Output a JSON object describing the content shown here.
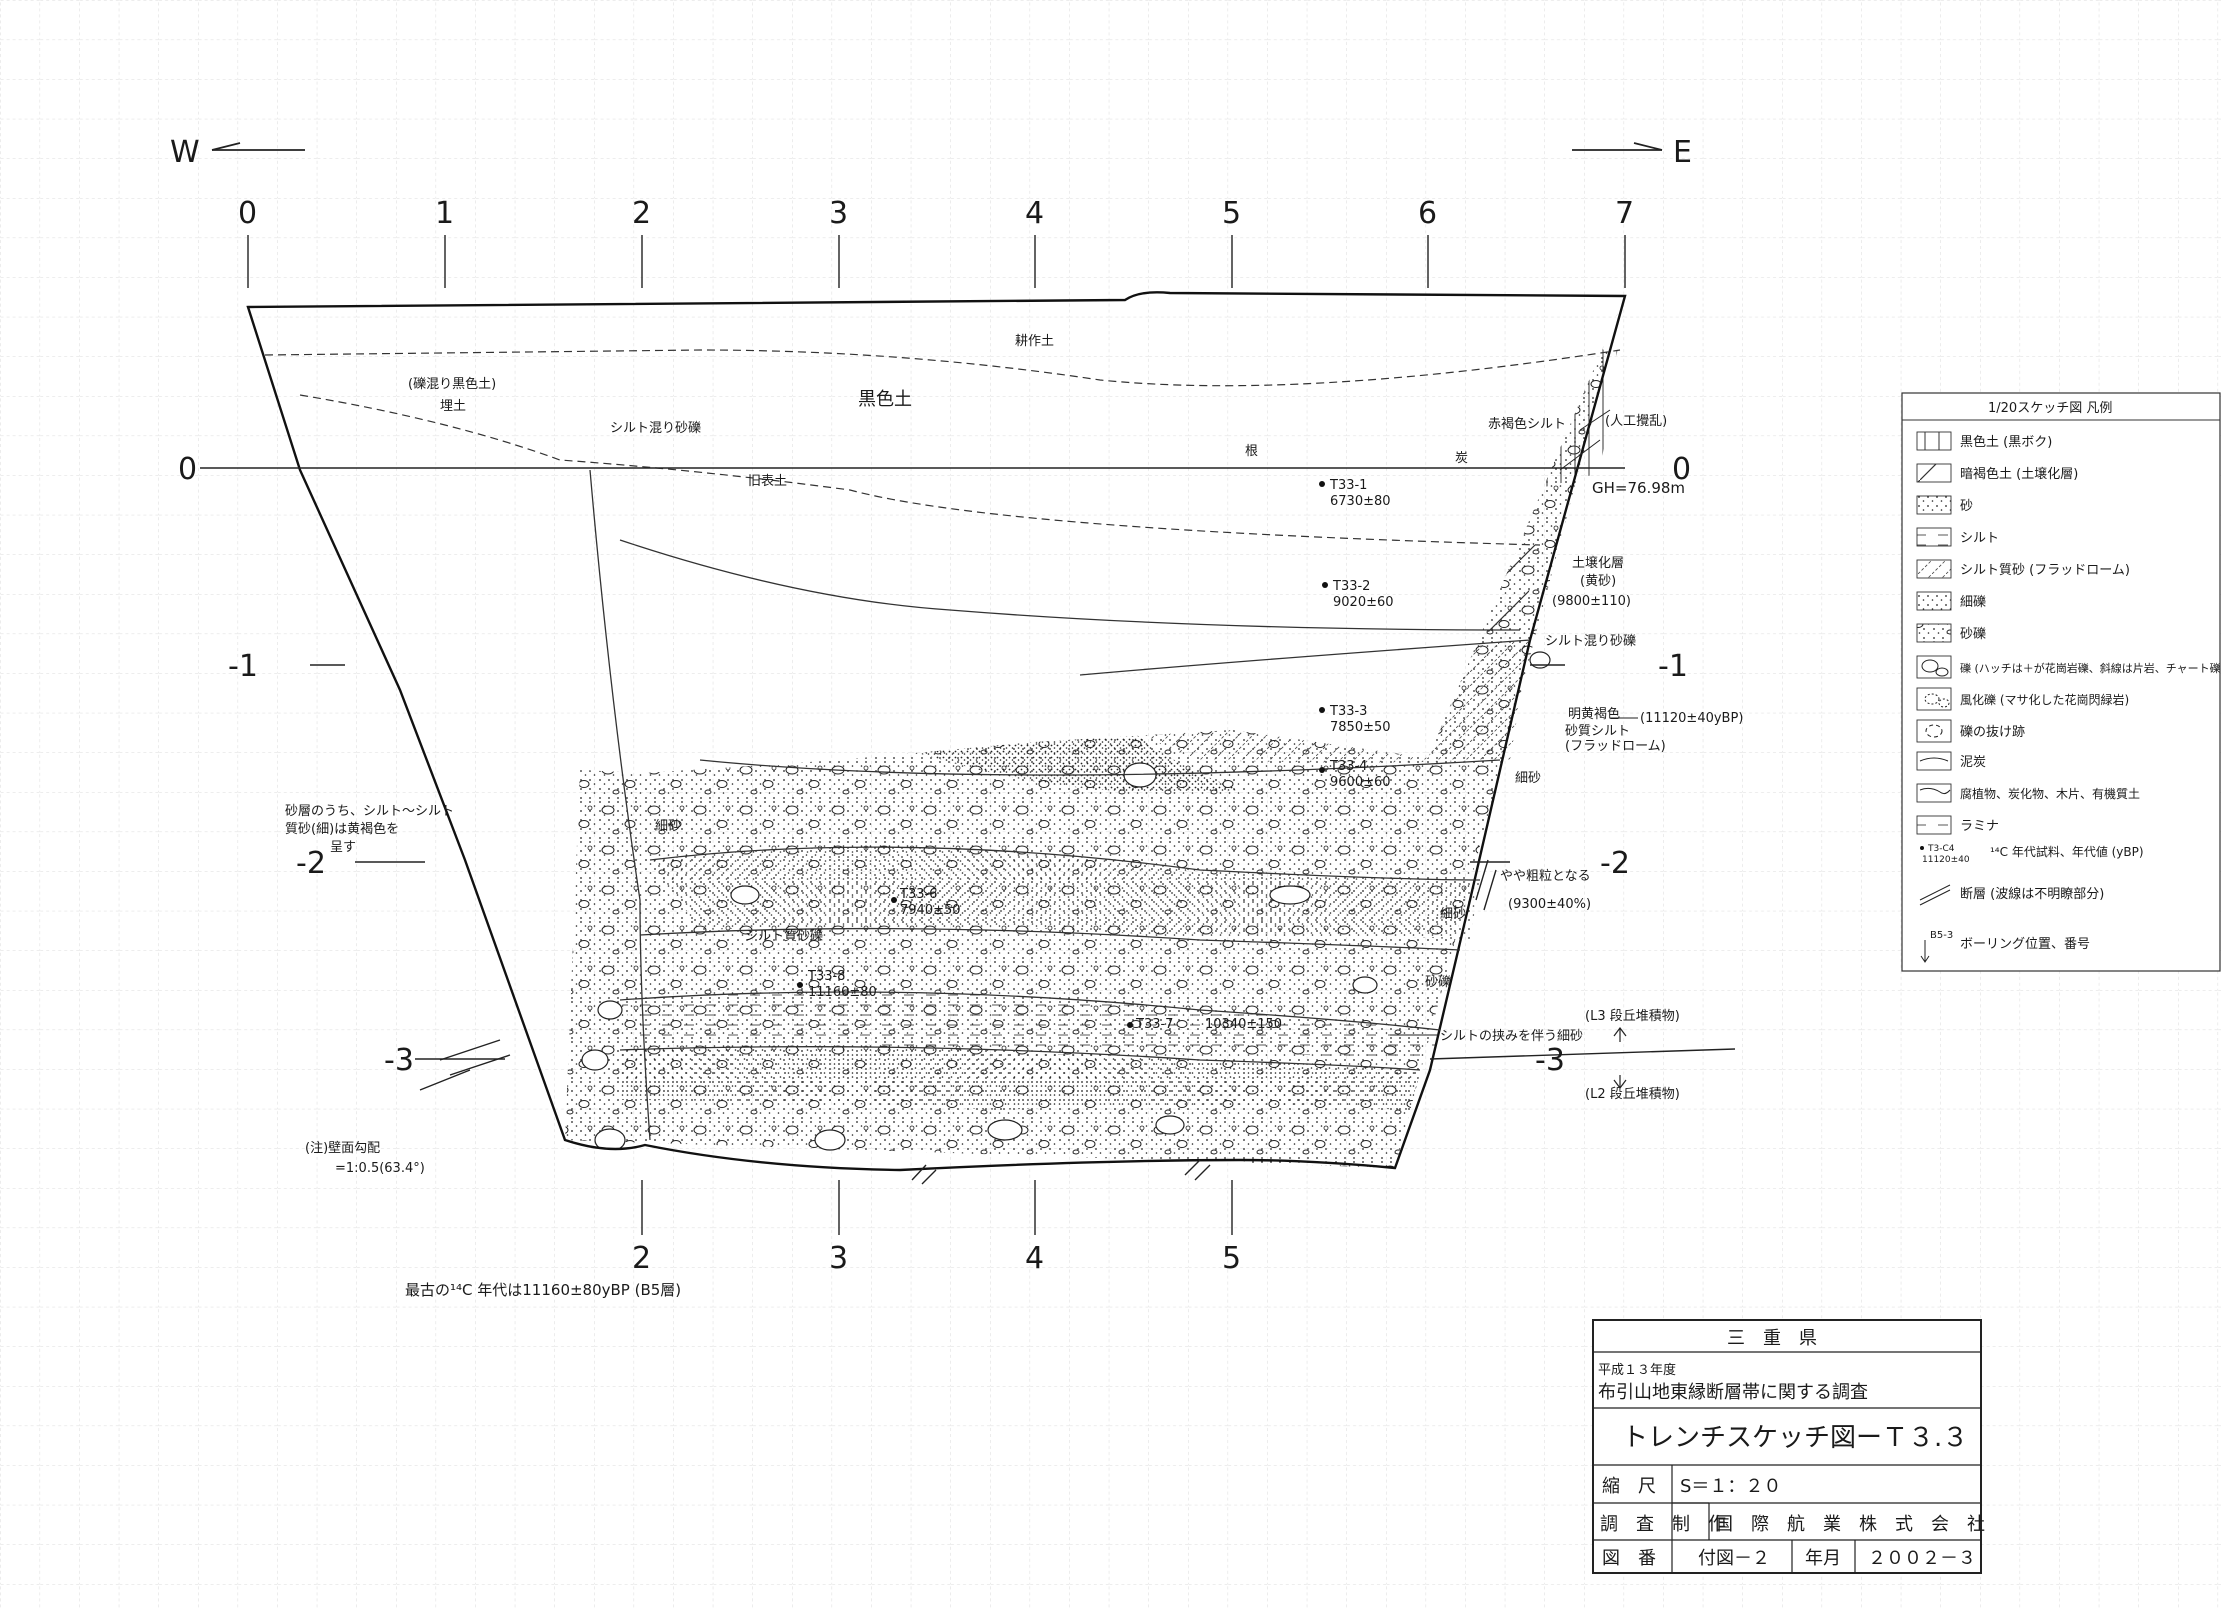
{
  "directions": {
    "west": "W",
    "east": "E"
  },
  "top_axis": [
    "0",
    "1",
    "2",
    "3",
    "4",
    "5",
    "6",
    "7"
  ],
  "bottom_axis": [
    "2",
    "3",
    "4",
    "5"
  ],
  "depth_left": [
    "0",
    "-1",
    "-2",
    "-3"
  ],
  "depth_right": [
    "0",
    "-1",
    "-2",
    "-3"
  ],
  "gh": "GH=76.98m",
  "layers": {
    "tilled": "耕作土",
    "black": "黒色土",
    "fill_soil": "(礫混り黒色土)",
    "fill": "埋土",
    "silt_mixed_sand": "シルト混り砂礫",
    "ancient_soil": "旧表土",
    "paleosol": "土壌化層",
    "paleosol_sub": "(黄砂)",
    "silty_sand_gravel": "シルト混り砂礫",
    "bright_brown": "明黄褐色",
    "silty_loam": "砂質シルト",
    "flood_loam": "(フラッドローム)",
    "fine_sand_1": "細砂",
    "coarse": "やや粗粒となる",
    "fine_sand_2": "細砂",
    "gravel_sand": "砂礫",
    "silt_band": "シルトの挟みを伴う細砂",
    "l3": "(L3 段丘堆積物)",
    "l2": "(L2 段丘堆積物)",
    "red_brown_silt": "赤褐色シルト",
    "artificial": "(人工攪乱)",
    "root": "根",
    "charcoal": "炭",
    "fine": "細砂",
    "silt_sand": "シルト質砂礫"
  },
  "samples": [
    {
      "id": "T33-1",
      "age": "6730±80"
    },
    {
      "id": "T33-2",
      "age": "9020±60"
    },
    {
      "id": "T33-3",
      "age": "7850±50"
    },
    {
      "id": "T33-4",
      "age": "9600±60"
    },
    {
      "id": "T33-6",
      "age": "7940±50"
    },
    {
      "id": "T33-8",
      "age": "11160±80"
    },
    {
      "id": "T33-7",
      "age": "10340±150"
    }
  ],
  "ages_paren": {
    "a1": "(9800±110)",
    "a2": "(11120±40yBP)",
    "a3": "(9300±40%)"
  },
  "notes": {
    "left1": "砂層のうち、シルト～シルト",
    "left2": "質砂(細)は黄褐色を",
    "left3": "呈す",
    "slope1": "(注)壁面勾配",
    "slope2": "=1:0.5(63.4°)",
    "oldest": "最古の¹⁴C 年代は11160±80yBP (B5層)"
  },
  "legend": {
    "title": "1/20スケッチ図 凡例",
    "items": [
      "黒色土 (黒ボク)",
      "暗褐色土 (土壌化層)",
      "砂",
      "シルト",
      "シルト質砂 (フラッドローム)",
      "細礫",
      "砂礫",
      "礫 (ハッチは＋が花崗岩礫、斜線は片岩、チャート礫)",
      "風化礫 (マサ化した花崗閃緑岩)",
      "礫の抜け跡",
      "泥炭",
      "腐植物、炭化物、木片、有機質土",
      "ラミナ",
      "¹⁴C 年代試料、年代値 (yBP)",
      "断層 (波線は不明瞭部分)",
      "ボーリング位置、番号"
    ],
    "sample_tag1": "T3-C4",
    "sample_tag2": "11120±40",
    "boring_tag": "B5-3"
  },
  "title_block": {
    "prefecture": "三　重　県",
    "year": "平成１３年度",
    "survey": "布引山地東縁断層帯に関する調査",
    "title": "トレンチスケッチ図ーＴ３.３",
    "scale_label": "縮　尺",
    "scale_value": "S＝１：２０",
    "maker_label": "調　査　制　作",
    "maker_value": "国　際　航　業　株　式　会　社",
    "no_label": "図　番",
    "no_value": "付図－２",
    "date_label": "年月",
    "date_value": "２００２－３"
  }
}
